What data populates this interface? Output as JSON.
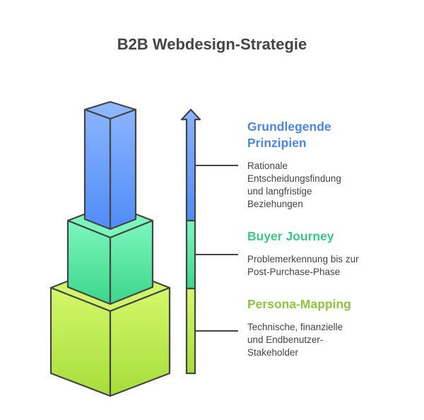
{
  "title": "B2B Webdesign-Strategie",
  "levels": [
    {
      "name": "grundlegende-prinzipien",
      "heading": "Grundlegende Prinzipien",
      "heading_lines": [
        "Grundlegende",
        "Prinzipien"
      ],
      "description": "Rationale Entscheidungsfindung und langfristige Beziehungen",
      "description_lines": [
        "Rationale",
        "Entscheidungsfindung",
        "und langfristige",
        "Beziehungen"
      ],
      "color": "#4A86E8",
      "gradient": [
        "#8AB4FF",
        "#4F8CF7"
      ]
    },
    {
      "name": "buyer-journey",
      "heading": "Buyer Journey",
      "heading_lines": [
        "Buyer Journey"
      ],
      "description": "Problemerkennung bis zur Post-Purchase-Phase",
      "description_lines": [
        "Problemerkennung bis zur",
        "Post-Purchase-Phase"
      ],
      "color": "#3CC985",
      "gradient": [
        "#7DF7BD",
        "#3DD68C"
      ]
    },
    {
      "name": "persona-mapping",
      "heading": "Persona-Mapping",
      "heading_lines": [
        "Persona-Mapping"
      ],
      "description": "Technische, finanzielle und Endbenutzer-Stakeholder",
      "description_lines": [
        "Technische, finanzielle",
        "und Endbenutzer-",
        "Stakeholder"
      ],
      "color": "#8CC63F",
      "gradient": [
        "#D4F76B",
        "#A6DE3A"
      ]
    }
  ],
  "outline_color": "#444444"
}
